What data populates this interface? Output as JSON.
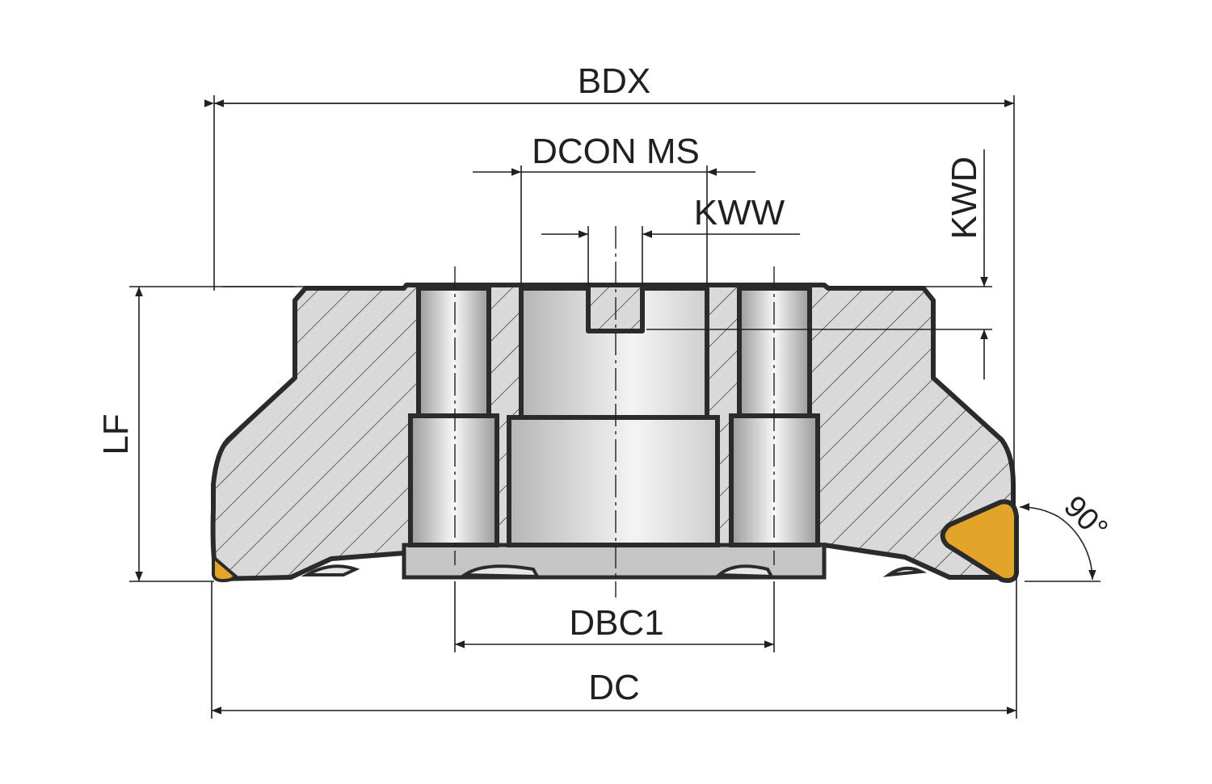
{
  "title": "Face milling cutter cross-section dimension drawing",
  "labels": {
    "bdx": "BDX",
    "dcon_ms": "DCON MS",
    "kww": "KWW",
    "kwd": "KWD",
    "lf": "LF",
    "dbc1": "DBC1",
    "dc": "DC",
    "angle": "90°"
  },
  "colors": {
    "insert": "#e3a42a",
    "body": "#d9d9d9",
    "outline": "#2b2b2b",
    "dimension": "#231f20"
  }
}
